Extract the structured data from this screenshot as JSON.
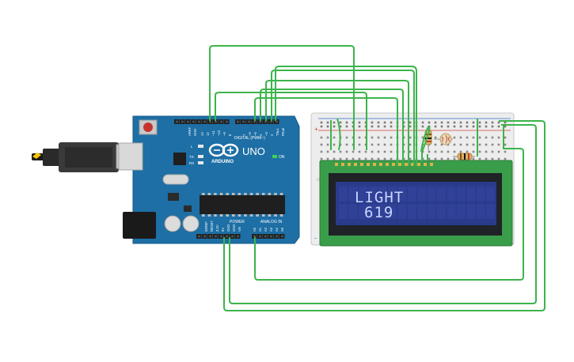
{
  "board": {
    "brand": "ARDUINO",
    "model": "UNO",
    "on_label": "ON",
    "l_label": "L",
    "tx_label": "TX",
    "rx_label": "RX",
    "digital_label": "DIGITAL (PWM~)",
    "power_label": "POWER",
    "analog_label": "ANALOG IN",
    "aref_label": "AREF",
    "gnd_label": "GND",
    "digital_pins": [
      "13",
      "12",
      "~11",
      "~10",
      "~9",
      "8",
      "7",
      "~6",
      "~5",
      "4",
      "~3",
      "2",
      "TX▸1",
      "RX◂0"
    ],
    "power_pins": [
      "IOREF",
      "RESET",
      "3.3V",
      "5V",
      "GND",
      "GND",
      "Vin"
    ],
    "analog_pins": [
      "A0",
      "A1",
      "A2",
      "A3",
      "A4",
      "A5"
    ]
  },
  "lcd": {
    "line1": "LIGHT",
    "line2": "619"
  },
  "breadboard": {
    "plus_label": "+",
    "minus_label": "-"
  },
  "colors": {
    "wire": "#3cb44b",
    "board": "#1d6fa5",
    "lcd_pcb": "#3a9d4a",
    "lcd_screen": "#2a3b8c",
    "lcd_text": "#c9d4ff"
  }
}
